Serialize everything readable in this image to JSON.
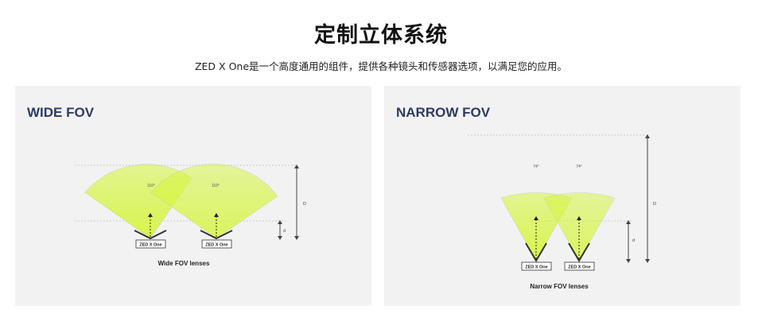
{
  "header": {
    "title": "定制立体系统",
    "subtitle": "ZED X One是一个高度通用的组件，提供各种镜头和传感器选项，以满足您的应用。"
  },
  "panels": {
    "wide": {
      "heading": "WIDE FOV",
      "angle_left": "110°",
      "angle_right": "110°",
      "camera_left": "ZED X One",
      "camera_right": "ZED X One",
      "label_D": "D",
      "label_d": "d",
      "caption": "Wide FOV lenses"
    },
    "narrow": {
      "heading": "NARROW FOV",
      "angle_left": "74°",
      "angle_right": "74°",
      "camera_left": "ZED X One",
      "camera_right": "ZED X One",
      "label_D": "D",
      "label_d": "d",
      "caption": "Narrow FOV lenses"
    }
  },
  "colors": {
    "heading": "#2e3a63",
    "fov_fill": "#d6f542",
    "panel_bg": "#f2f2f2"
  }
}
